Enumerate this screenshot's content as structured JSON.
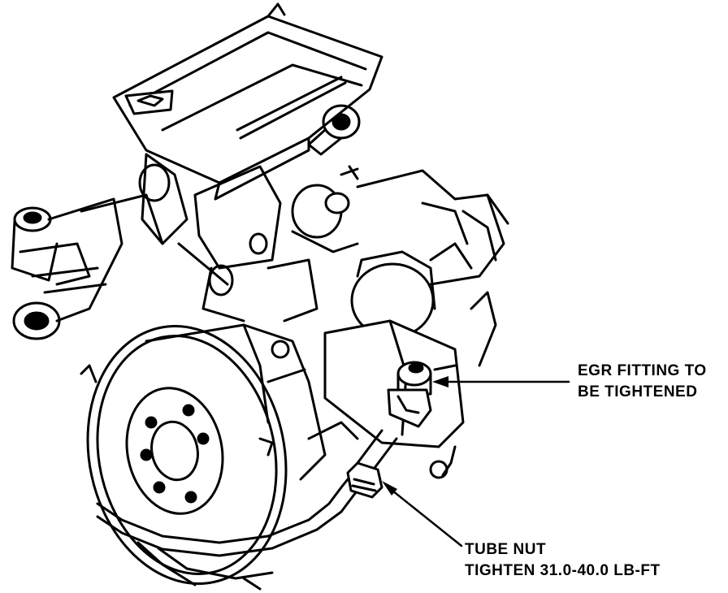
{
  "callouts": {
    "egr_fitting": {
      "line1": "EGR FITTING TO",
      "line2": "BE TIGHTENED"
    },
    "tube_nut": {
      "line1": "TUBE NUT",
      "line2": "TIGHTEN 31.0-40.0 LB-FT"
    }
  },
  "colors": {
    "ink": "#000000",
    "paper": "#ffffff"
  }
}
